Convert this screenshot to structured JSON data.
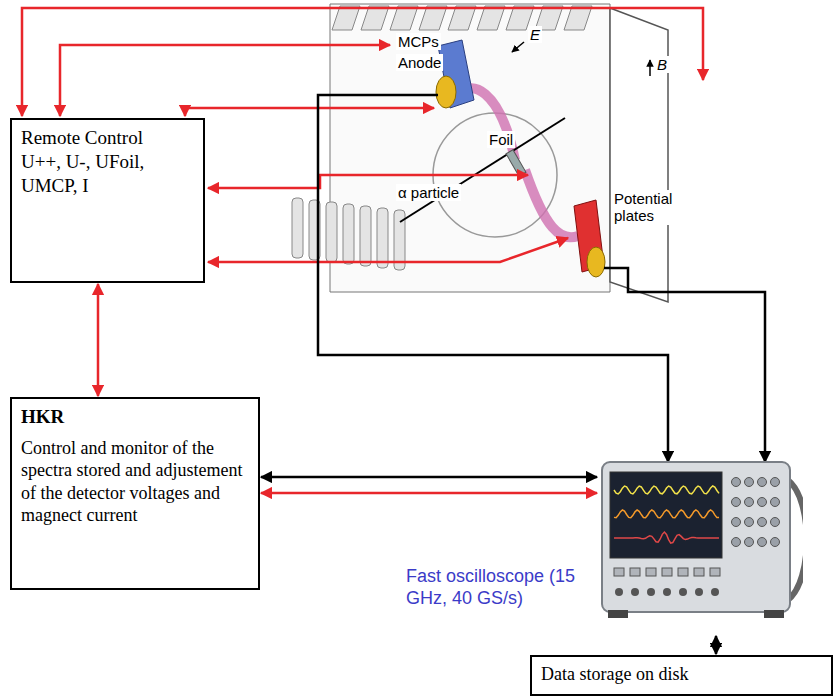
{
  "diagram": {
    "nodes": [
      {
        "text": [
          "Remote Control",
          "U++, U-, UFoil, UMCP, I"
        ]
      },
      {
        "text": [
          "HKR",
          "Control and monitor of the spectra stored and adjustement of the detector voltages and magnect current"
        ]
      },
      {
        "text": [
          "Fast oscilloscope (15 GHz, 40 GS/s)"
        ]
      },
      {
        "text": [
          "Data storage on disk"
        ]
      }
    ],
    "edges": [
      {
        "from": 0,
        "to": 1,
        "arrow": "both"
      },
      {
        "from": 1,
        "to": 2,
        "arrow": "both"
      },
      {
        "from": 1,
        "to": 2,
        "arrow": "both"
      },
      {
        "from": 2,
        "to": 3,
        "arrow": "both"
      }
    ],
    "labels": [
      "MCPs",
      "Anode",
      "Foil",
      "α particle",
      "Potential plates",
      "E",
      "B"
    ]
  }
}
